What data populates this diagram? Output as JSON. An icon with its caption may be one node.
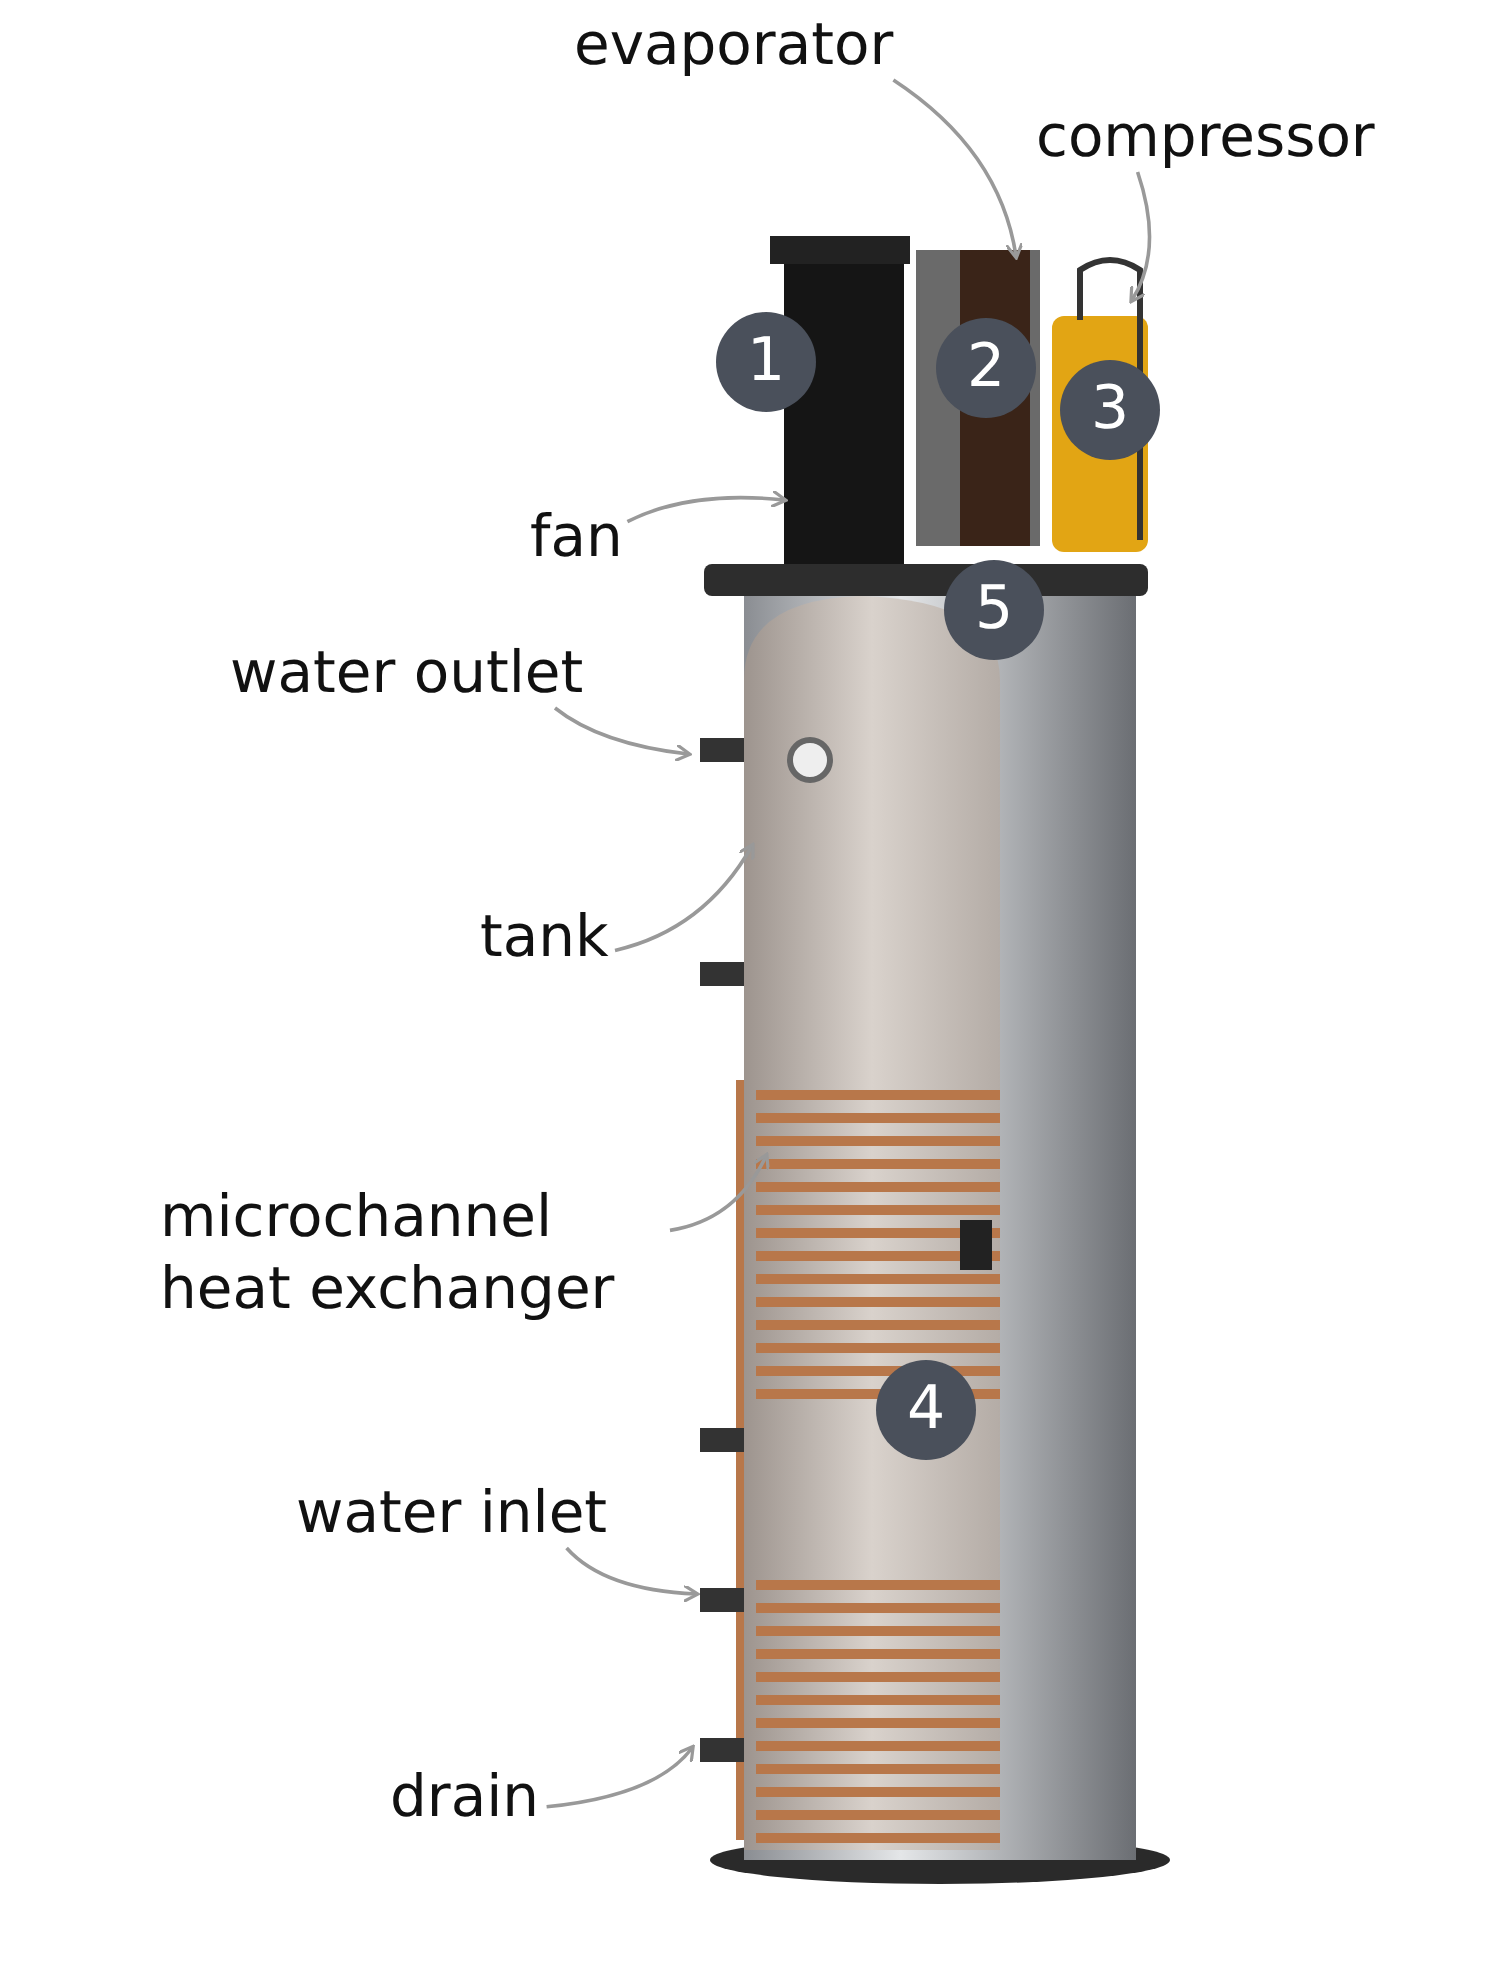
{
  "diagram": {
    "nodes": [
      {
        "text": [
          "evaporator"
        ]
      },
      {
        "text": [
          "compressor"
        ]
      },
      {
        "text": [
          "fan"
        ]
      },
      {
        "text": [
          "water outlet"
        ]
      },
      {
        "text": [
          "tank"
        ]
      },
      {
        "text": [
          "microchannel heat exchanger"
        ]
      },
      {
        "text": [
          "water inlet"
        ]
      },
      {
        "text": [
          "drain"
        ]
      },
      {
        "text": [
          "1"
        ]
      },
      {
        "text": [
          "2"
        ]
      },
      {
        "text": [
          "3"
        ]
      },
      {
        "text": [
          "4"
        ]
      },
      {
        "text": [
          "5"
        ]
      }
    ],
    "edges": [
      {
        "from": 0,
        "to": null,
        "arrow": "to"
      },
      {
        "from": 1,
        "to": null,
        "arrow": "to"
      },
      {
        "from": 2,
        "to": null,
        "arrow": "to"
      },
      {
        "from": 3,
        "to": null,
        "arrow": "to"
      },
      {
        "from": 4,
        "to": null,
        "arrow": "to"
      },
      {
        "from": 5,
        "to": null,
        "arrow": "to"
      },
      {
        "from": 6,
        "to": null,
        "arrow": "to"
      },
      {
        "from": 7,
        "to": null,
        "arrow": "to"
      }
    ]
  }
}
